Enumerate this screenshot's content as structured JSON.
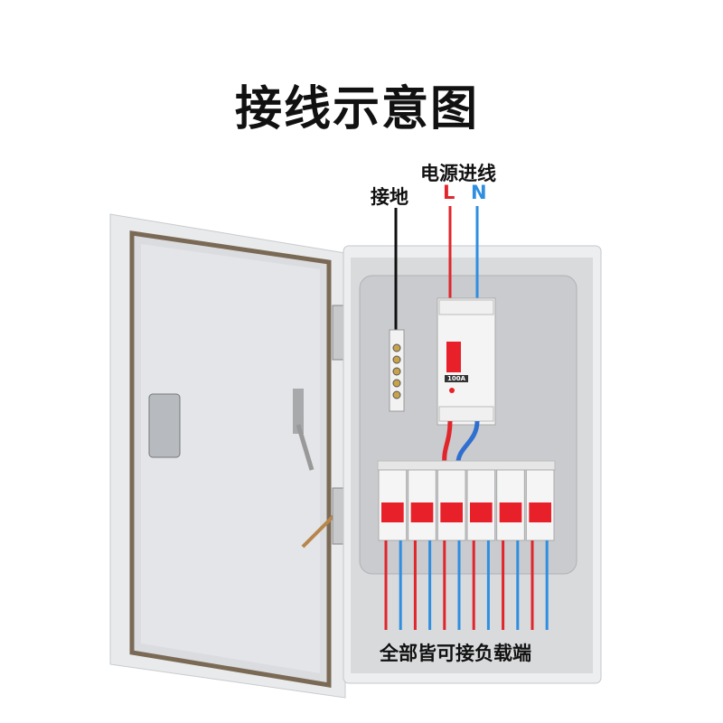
{
  "title": "接线示意图",
  "labels": {
    "power_input": "电源进线",
    "live": "L",
    "neutral": "N",
    "ground": "接地",
    "load": "全部皆可接负载端"
  },
  "main_breaker": {
    "rating": "100A"
  },
  "colors": {
    "live": "#e0262b",
    "neutral": "#2f8ee0",
    "breaker_handle": "#e8202a"
  },
  "branch_breakers": 6
}
